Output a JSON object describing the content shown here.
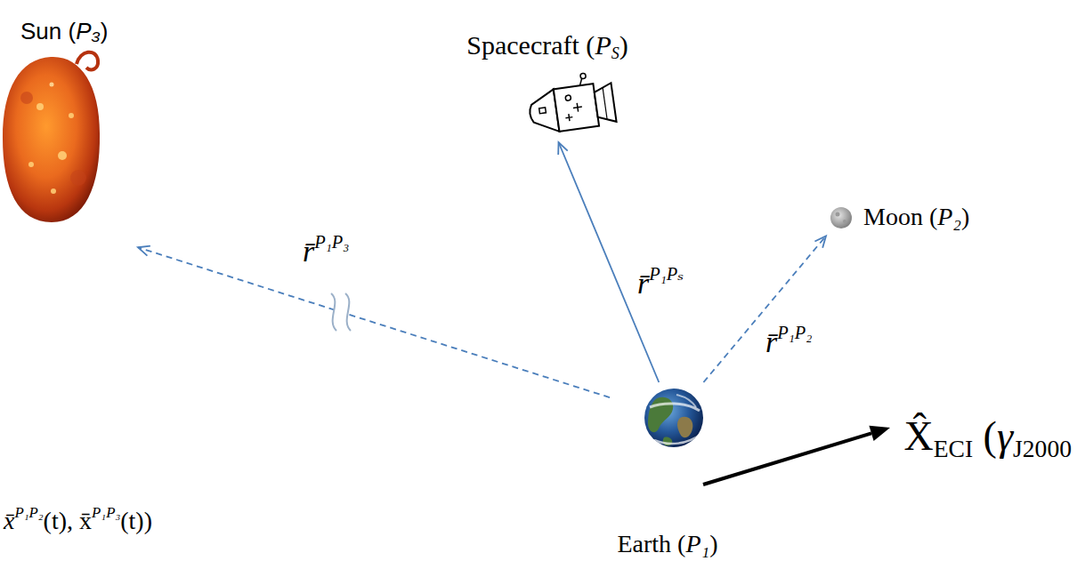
{
  "diagram": {
    "nodes": [
      {
        "text": [
          "Sun (P₃)"
        ]
      },
      {
        "text": [
          "Spacecraft (PS)"
        ]
      },
      {
        "text": [
          "Moon (P₂)"
        ]
      },
      {
        "text": [
          "Earth (P₁)"
        ]
      }
    ],
    "edges": [
      {
        "from": 3,
        "to": 0,
        "arrow": "to",
        "label": "r̄P₁P₃"
      },
      {
        "from": 3,
        "to": 1,
        "arrow": "to",
        "label": "r̄P₁Pₛ"
      },
      {
        "from": 3,
        "to": 2,
        "arrow": "to",
        "label": "r̄P₁P₂"
      }
    ],
    "labels": [
      "x̄P₁P₂(t), x̄P₁P₃(t))",
      "X̂ECI (γJ2000"
    ]
  }
}
